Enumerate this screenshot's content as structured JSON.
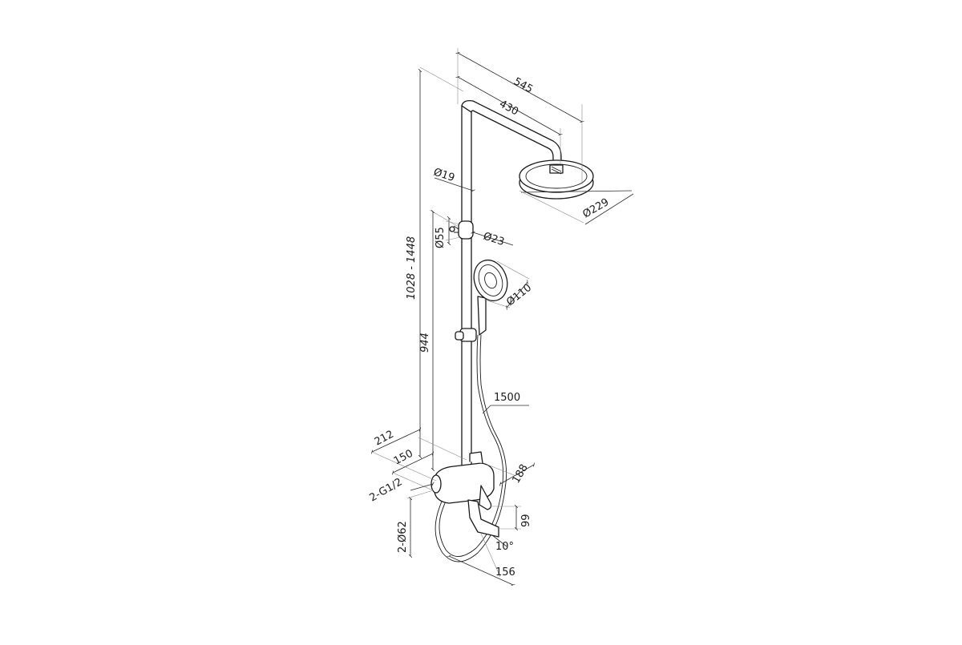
{
  "diagram": {
    "labels": {
      "d545": "545",
      "d430": "430",
      "d19": "Ø19",
      "d229": "Ø229",
      "d55": "Ø55",
      "d23": "Ø23",
      "d110": "Ø110",
      "height_range": "1028 - 1448",
      "d944": "944",
      "hose": "1500",
      "d212": "212",
      "d150": "150",
      "inlet": "2-G1/2",
      "flange": "2-Ø62",
      "d188": "188",
      "d99": "99",
      "angle": "10°",
      "d156": "156"
    }
  }
}
